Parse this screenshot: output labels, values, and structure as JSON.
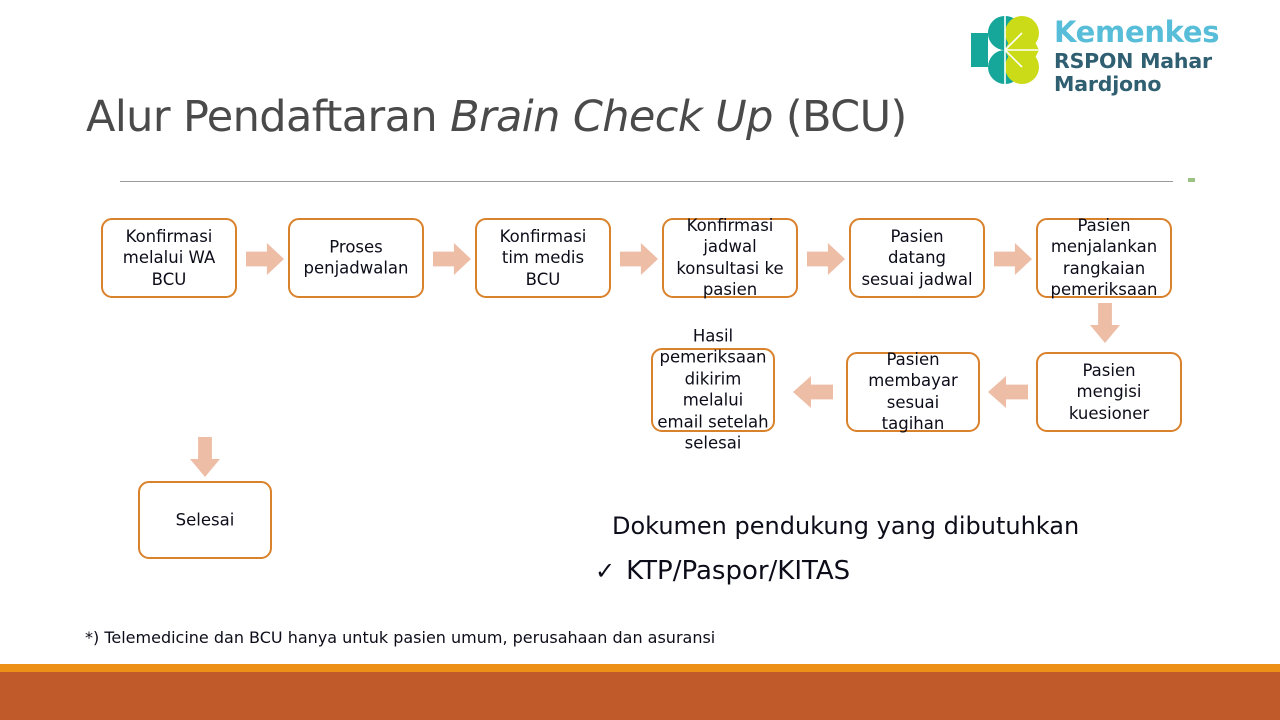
{
  "logo": {
    "mark": "kemenkes-flower-logo",
    "line1": "Kemenkes",
    "line2": "RSPON Mahar Mardjono",
    "color_line1": "#57BDD8",
    "color_line2": "#2F5F71",
    "petal_teal": "#16A79A",
    "petal_lime": "#CBDB17"
  },
  "title": {
    "part1": "Alur Pendaftaran ",
    "italic": "Brain Check Up",
    "part2": " (BCU)"
  },
  "flow": {
    "accent_border": "#D9822B",
    "arrow_color": "#EDBDA6",
    "boxes": [
      {
        "id": "konfirmasi-wa",
        "text": "Konfirmasi\nmelalui WA\nBCU"
      },
      {
        "id": "proses-penjadwalan",
        "text": "Proses\npenjadwalan"
      },
      {
        "id": "konfirmasi-tim-medis",
        "text": "Konfirmasi\ntim medis\nBCU"
      },
      {
        "id": "konfirmasi-jadwal",
        "text": "Konfirmasi\njadwal\nkonsultasi ke\npasien"
      },
      {
        "id": "pasien-datang",
        "text": "Pasien\ndatang\nsesuai jadwal"
      },
      {
        "id": "pasien-pemeriksaan",
        "text": "Pasien\nmenjalankan\nrangkaian\npemeriksaan"
      },
      {
        "id": "pasien-kuesioner",
        "text": "Pasien\nmengisi\nkuesioner"
      },
      {
        "id": "pasien-membayar",
        "text": "Pasien\nmembayar\nsesuai\ntagihan"
      },
      {
        "id": "hasil-dikirim",
        "text": "Hasil\npemeriksaan\ndikirim\nmelalui\nemail setelah\nselesai"
      },
      {
        "id": "selesai",
        "text": "Selesai"
      }
    ],
    "arrows": [
      {
        "id": "arrow-1-2",
        "direction": "right"
      },
      {
        "id": "arrow-2-3",
        "direction": "right"
      },
      {
        "id": "arrow-3-4",
        "direction": "right"
      },
      {
        "id": "arrow-4-5",
        "direction": "right"
      },
      {
        "id": "arrow-5-6",
        "direction": "right"
      },
      {
        "id": "arrow-6-7",
        "direction": "down"
      },
      {
        "id": "arrow-7-8",
        "direction": "left"
      },
      {
        "id": "arrow-8-9",
        "direction": "left"
      },
      {
        "id": "arrow-9-selesai",
        "direction": "down"
      }
    ]
  },
  "documents": {
    "heading": "Dokumen pendukung yang dibutuhkan",
    "check_glyph": "✓",
    "item": "KTP/Paspor/KITAS"
  },
  "footnote": "*) Telemedicine dan BCU hanya untuk pasien umum, perusahaan dan asuransi",
  "bands": {
    "thin_color": "#ED9017",
    "thick_color": "#C05A2B"
  }
}
